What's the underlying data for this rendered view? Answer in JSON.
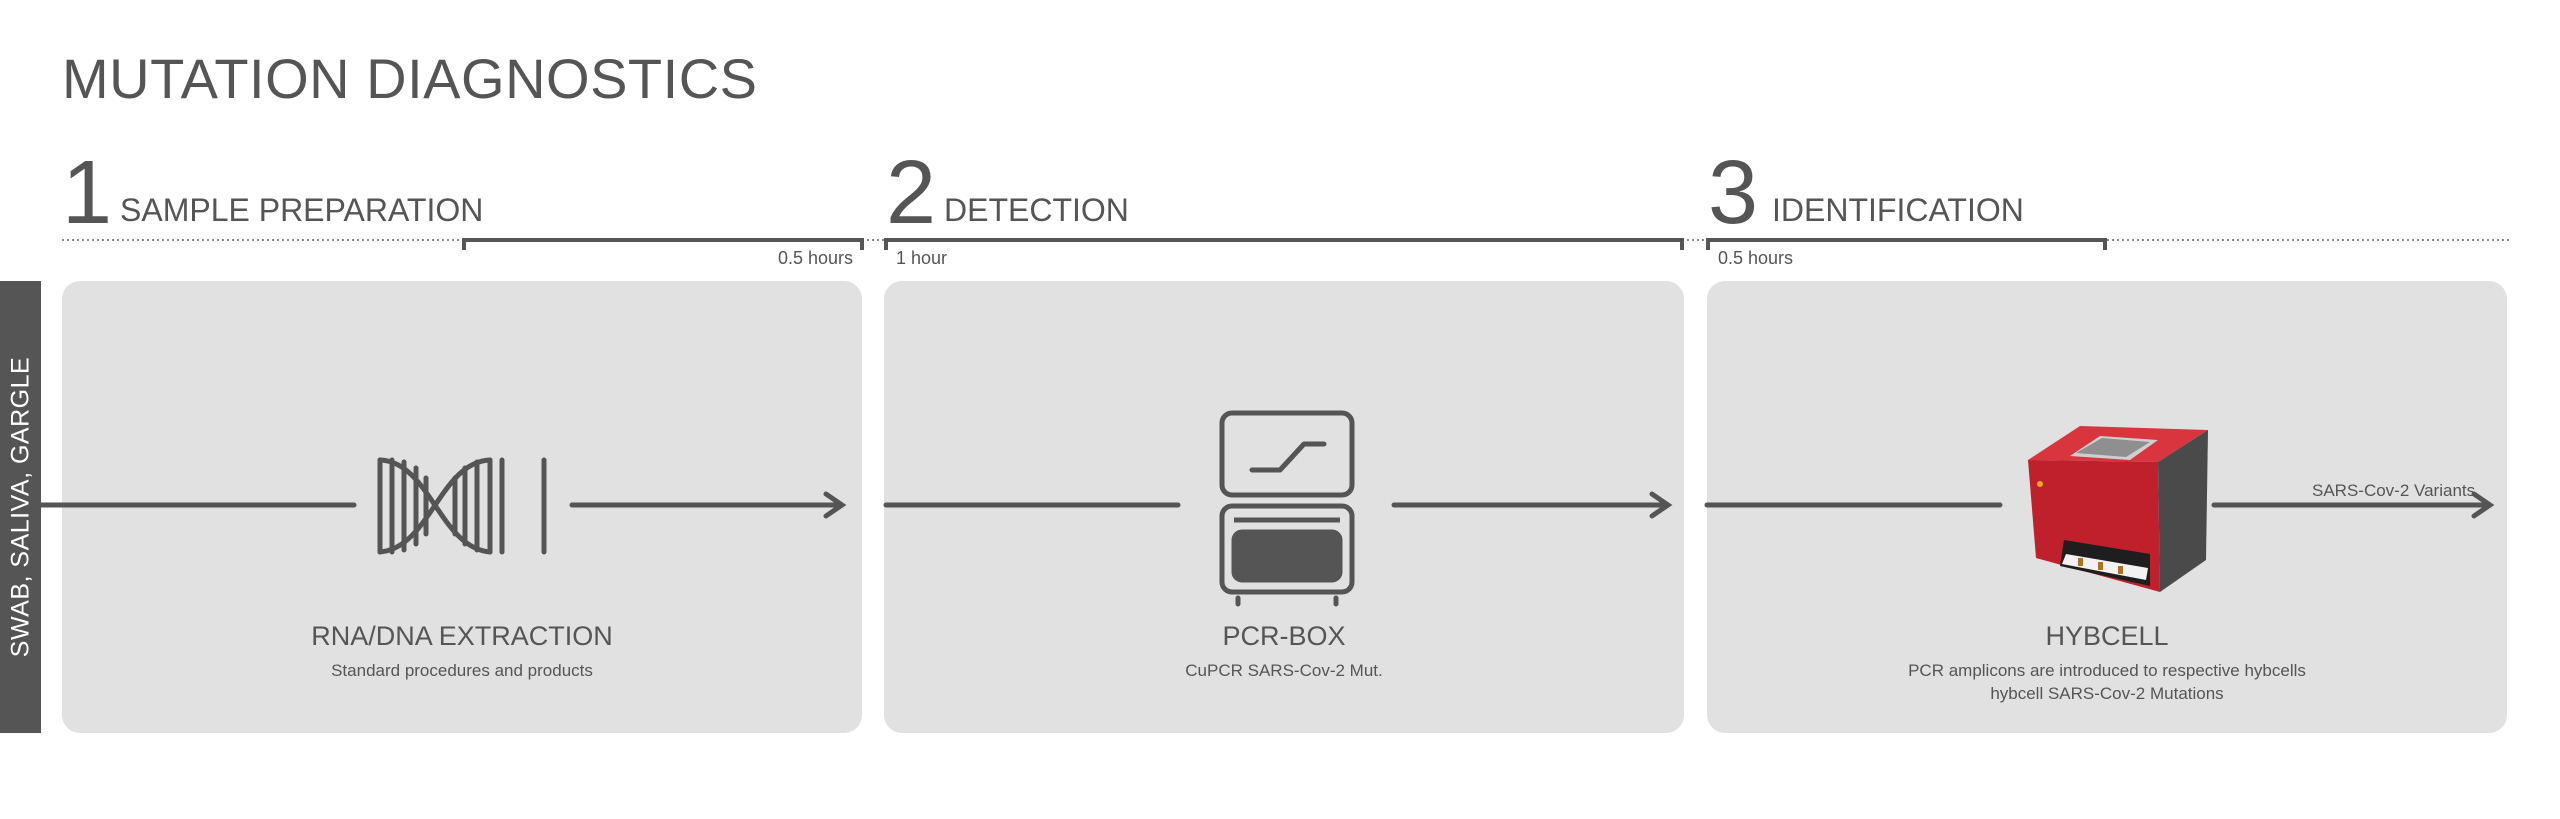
{
  "title": "MUTATION DIAGNOSTICS",
  "side_label": "SWAB, SALIVA, GARGLE",
  "steps": [
    {
      "number": "1",
      "name": "SAMPLE PREPARATION",
      "duration": "0.5 hours",
      "device": "RNA/DNA EXTRACTION",
      "description": [
        "Standard procedures and products"
      ],
      "icon": "dna-helix-icon"
    },
    {
      "number": "2",
      "name": "DETECTION",
      "duration": "1 hour",
      "device": "PCR-BOX",
      "description": [
        "CuPCR SARS-Cov-2 Mut."
      ],
      "icon": "pcr-box-icon"
    },
    {
      "number": "3",
      "name": "IDENTIFICATION",
      "duration": "0.5 hours",
      "device": "HYBCELL",
      "description": [
        "PCR amplicons are introduced to respective hybcells",
        "hybcell SARS-Cov-2 Mutations"
      ],
      "icon": "hybcell-device-icon",
      "output_label": "SARS-Cov-2 Variants"
    }
  ],
  "colors": {
    "text": "#555555",
    "panel": "#e1e1e1",
    "side_tab": "#555555",
    "device_red": "#c0202b"
  }
}
